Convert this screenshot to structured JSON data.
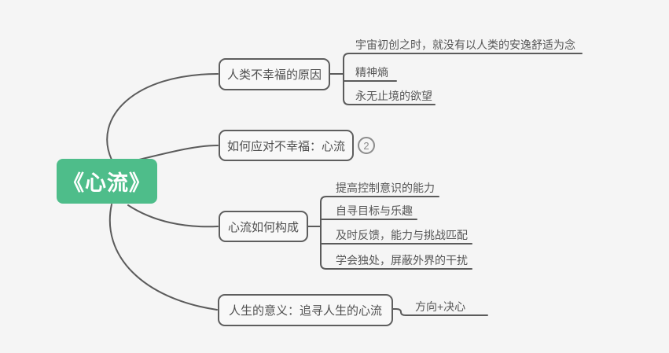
{
  "colors": {
    "background": "#f5f5f5",
    "connector": "#5b5b5b",
    "box_border": "#5e5e5e",
    "box_text": "#4f4f4f",
    "leaf_text": "#565656",
    "root_bg": "#4ebd8a",
    "root_text": "#ffffff",
    "badge": "#8b8b8b"
  },
  "root": {
    "label": "《心流》"
  },
  "branches": [
    {
      "label": "人类不幸福的原因",
      "children": [
        {
          "label": "宇宙初创之时，就没有以人类的安逸舒适为念"
        },
        {
          "label": "精神熵"
        },
        {
          "label": "永无止境的欲望"
        }
      ]
    },
    {
      "label": "如何应对不幸福：心流",
      "badge": "2",
      "children": []
    },
    {
      "label": "心流如何构成",
      "children": [
        {
          "label": "提高控制意识的能力"
        },
        {
          "label": "自寻目标与乐趣"
        },
        {
          "label": "及时反馈，能力与挑战匹配"
        },
        {
          "label": "学会独处，屏蔽外界的干扰"
        }
      ]
    },
    {
      "label": "人生的意义：追寻人生的心流",
      "children": [
        {
          "label": "方向+决心"
        }
      ]
    }
  ]
}
